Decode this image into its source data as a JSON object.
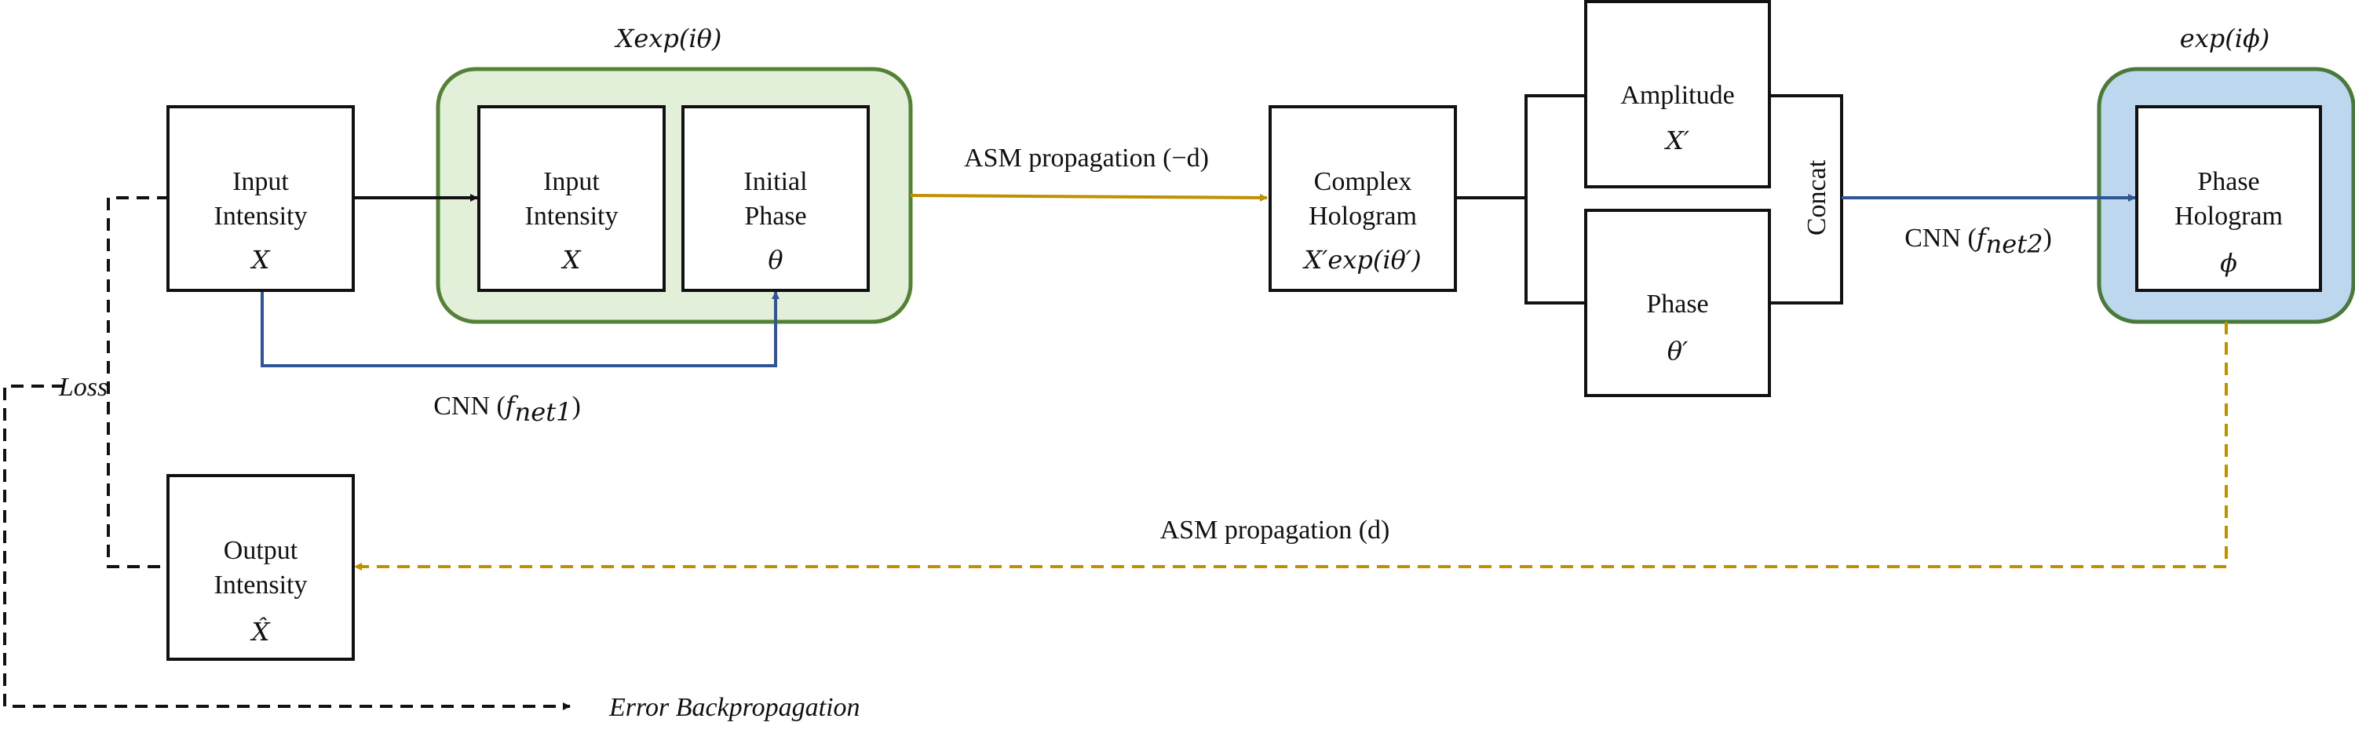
{
  "colors": {
    "green_fill": "#e2efd9",
    "green_border": "#548235",
    "blue_fill": "#bdd7ee",
    "blue_border": "#4a7a3a",
    "gold_arrow": "#bf9000",
    "blue_arrow": "#2f5597",
    "black_line": "#111111"
  },
  "icons": {
    "arrowhead": "filled-triangle"
  },
  "groups": {
    "green_group_label": "Xexp(iθ)",
    "blue_group_label": "exp(iϕ)"
  },
  "boxes": {
    "input_intensity": {
      "line1": "Input",
      "line2": "Intensity",
      "symbol": "X"
    },
    "inner_input_intensity": {
      "line1": "Input",
      "line2": "Intensity",
      "symbol": "X"
    },
    "initial_phase": {
      "line1": "Initial",
      "line2": "Phase",
      "symbol": "θ"
    },
    "complex_hologram": {
      "line1": "Complex",
      "line2": "Hologram",
      "symbol": "X′exp(iθ′)"
    },
    "amplitude": {
      "line1": "Amplitude",
      "symbol": "X′"
    },
    "phase": {
      "line1": "Phase",
      "symbol": "θ′"
    },
    "concat": {
      "label": "Concat"
    },
    "phase_hologram": {
      "line1": "Phase",
      "line2": "Hologram",
      "symbol": "ϕ"
    },
    "output_intensity": {
      "line1": "Output",
      "line2": "Intensity",
      "symbol": "X̂"
    }
  },
  "edges": {
    "cnn_net1": {
      "text": "CNN (",
      "sub_base": "f",
      "sub": "net1",
      "close": ")"
    },
    "asm_backward": {
      "text": "ASM propagation (−d)"
    },
    "cnn_net2": {
      "text": "CNN (",
      "sub_base": "f",
      "sub": "net2",
      "close": ")"
    },
    "asm_forward": {
      "text": "ASM propagation (d)"
    }
  },
  "annotations": {
    "loss": "Loss",
    "error_backprop": "Error Backpropagation"
  }
}
